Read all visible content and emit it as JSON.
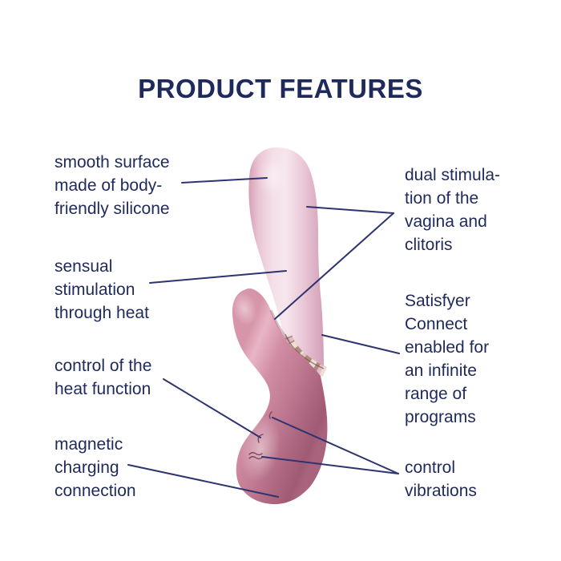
{
  "title": "PRODUCT FEATURES",
  "labels": {
    "left": [
      {
        "id": "smooth-silicone",
        "text": "smooth surface\nmade of body-\nfriendly silicone"
      },
      {
        "id": "sensual-heat",
        "text": "sensual\nstimulation\nthrough heat"
      },
      {
        "id": "heat-control",
        "text": "control of the\nheat function"
      },
      {
        "id": "magnetic-charge",
        "text": "magnetic\ncharging\nconnection"
      }
    ],
    "right": [
      {
        "id": "dual-stimulation",
        "text": "dual stimula-\ntion of the\nvagina and\nclitoris"
      },
      {
        "id": "satisfyer-connect",
        "text": "Satisfyer\nConnect\nenabled for\nan infinite\nrange of\nprograms"
      },
      {
        "id": "control-vibrations",
        "text": "control\nvibrations"
      }
    ]
  },
  "product_illustration": {
    "type": "rabbit-style massager, side view",
    "button_marks": [
      "dash-mark",
      "hook-mark",
      "wave-mark"
    ]
  },
  "colors": {
    "background": "#ffffff",
    "text_navy": "#1f2a5c",
    "callout_line": "#2e3470",
    "shaft_highlight": "#f6e6ec",
    "shaft_edge": "#d3a0b8",
    "body_pink": "#c77e96",
    "body_pink_dark": "#a05b74",
    "body_highlight": "#e8b6c6",
    "band_rose_gold": "#b08a7a",
    "band_cream": "#ecdfd5",
    "engraving": "#7d4459"
  }
}
